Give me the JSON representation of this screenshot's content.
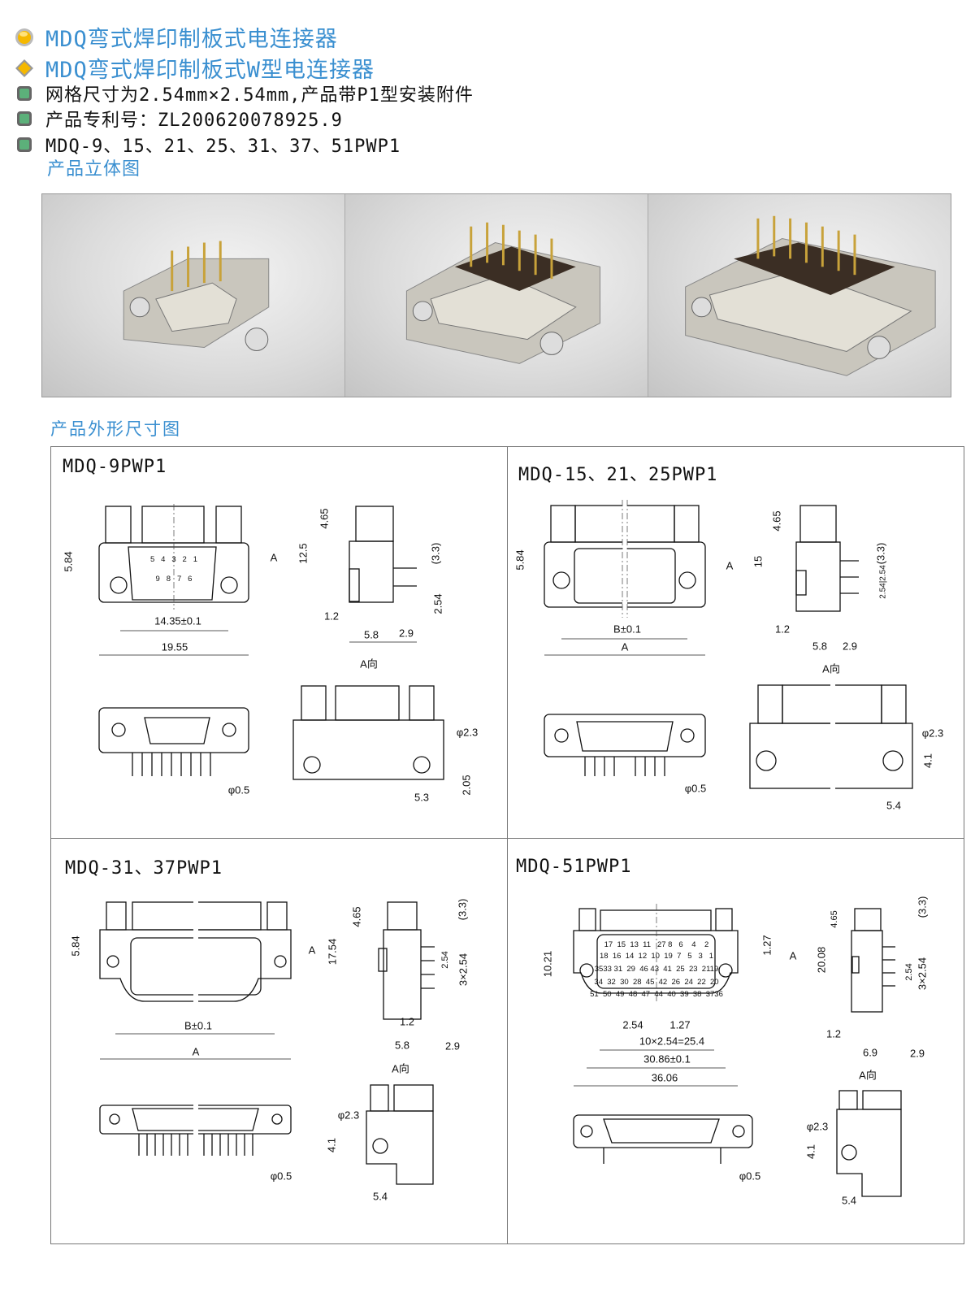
{
  "header": {
    "title1": "MDQ弯式焊印制板式电连接器",
    "title2": "MDQ弯式焊印制板式W型电连接器",
    "bullets": [
      "网格尺寸为2.54mm×2.54mm,产品带P1型安装附件",
      "产品专利号：ZL200620078925.9",
      "MDQ-9、15、21、25、31、37、51PWP1"
    ],
    "photos_heading": "产品立体图",
    "icons": [
      "orange-circle-bullet-icon",
      "orange-diamond-bullet-icon",
      "green-square-bullet-icon"
    ]
  },
  "colors": {
    "accent": "#3a8fd0",
    "bullet_orange": "#f5b800",
    "bullet_green": "#5cb07a"
  },
  "drawings_heading": "产品外形尺寸图",
  "panels": [
    {
      "title": "MDQ-9PWP1",
      "pins_top": "5   4   3   2   1",
      "pins_bottom": "9   8   7   6",
      "dims": {
        "h": "5.84",
        "w1": "14.35±0.1",
        "w2": "19.55",
        "a": "A",
        "d465": "4.65",
        "h2": "12.5",
        "d33": "(3.3)",
        "d254": "2.54",
        "d12": "1.2",
        "d58": "5.8",
        "d29": "2.9",
        "view": "A向",
        "phi23": "φ2.3",
        "phi05": "φ0.5",
        "d53": "5.3",
        "d205": "2.05"
      }
    },
    {
      "title": "MDQ-15、21、25PWP1",
      "dims": {
        "h": "5.84",
        "w1": "B±0.1",
        "w2": "A",
        "a": "A",
        "d465": "4.65",
        "h2": "15",
        "d33": "(3.3)",
        "d254": "2.54|2.54",
        "d12": "1.2",
        "d58": "5.8",
        "d29": "2.9",
        "view": "A向",
        "phi23": "φ2.3",
        "d41": "4.1",
        "phi05": "φ0.5",
        "d54": "5.4"
      }
    },
    {
      "title": "MDQ-31、37PWP1",
      "dims": {
        "h": "5.84",
        "w1": "B±0.1",
        "w2": "A",
        "a": "A",
        "d465": "4.65",
        "h2": "17.54",
        "d33": "(3.3)",
        "d254": "2.54",
        "d3x": "3×2.54",
        "d12": "1.2",
        "d58": "5.8",
        "d29": "2.9",
        "view": "A向",
        "phi23": "φ2.3",
        "d41": "4.1",
        "phi05": "φ0.5",
        "d54": "5.4"
      }
    },
    {
      "title": "MDQ-51PWP1",
      "pin_rows": [
        "17  15  13  11   27 8   6    4    2",
        "18  16  14  12  10  19  7   5   3   1",
        "3533 31  29  46 43  41  25  23  2119",
        "34  32  30  28  45  42  26  24  22  20",
        "51  50  49  48  47  44  40  39  38  3736"
      ],
      "dims": {
        "h": "10.21",
        "d127v": "1.27",
        "a": "A",
        "d254": "2.54",
        "d127": "1.27",
        "w0": "10×2.54=25.4",
        "w1": "30.86±0.1",
        "w2": "36.06",
        "d465": "4.65",
        "h2": "20.08",
        "d33": "(3.3)",
        "d254v": "2.54",
        "d3x": "3×2.54",
        "d12": "1.2",
        "d69": "6.9",
        "d29": "2.9",
        "view": "A向",
        "phi23": "φ2.3",
        "d41": "4.1",
        "phi05": "φ0.5",
        "d54": "5.4"
      }
    }
  ]
}
